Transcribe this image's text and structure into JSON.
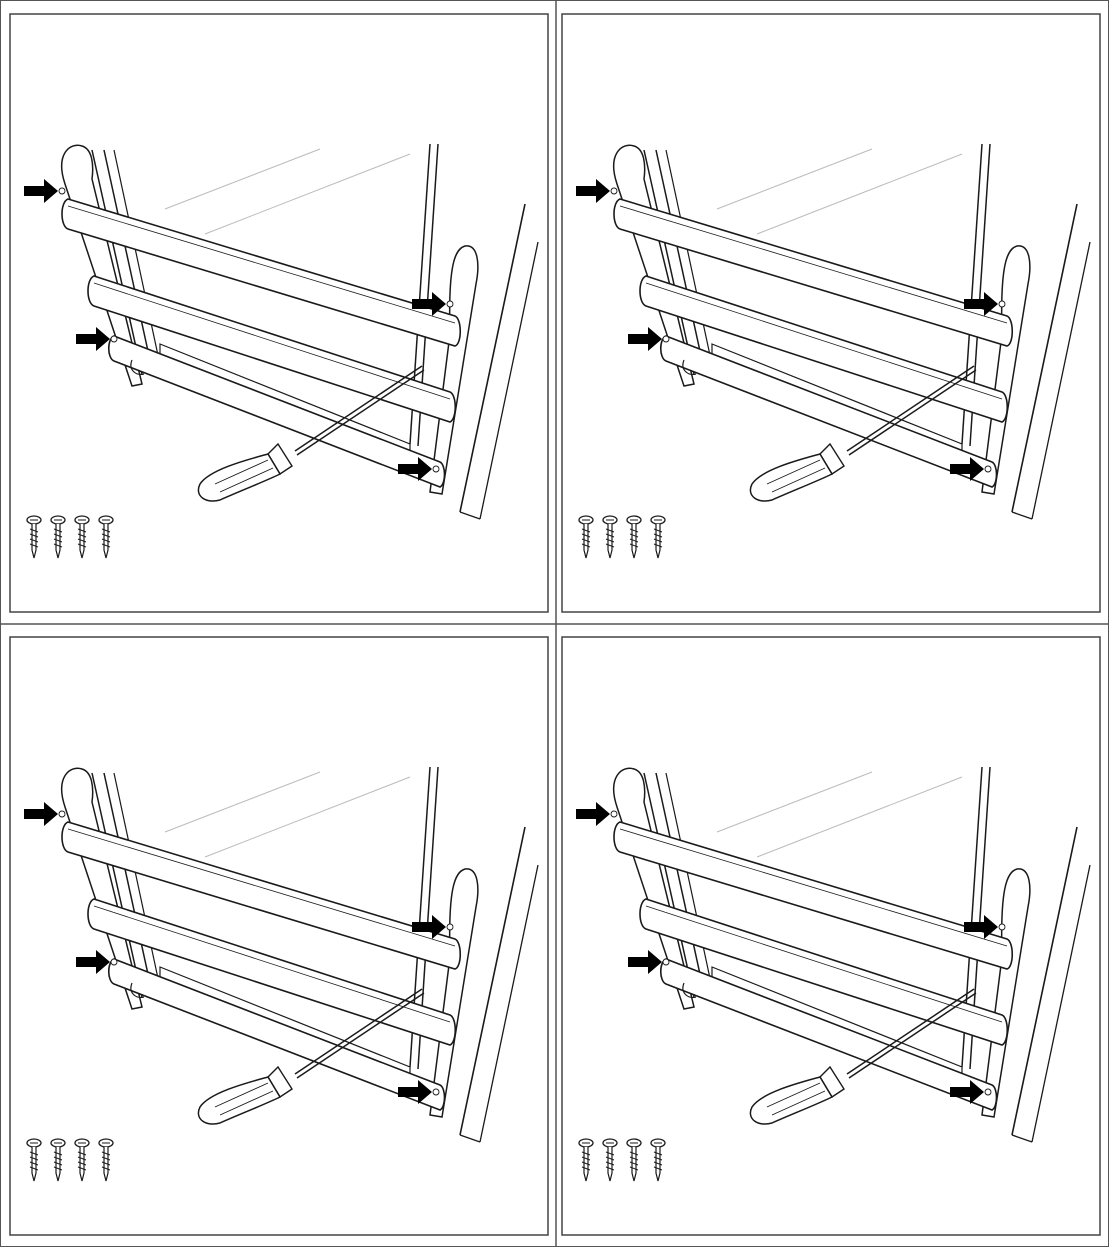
{
  "sheet": {
    "title": "",
    "panel_count": 4,
    "colors": {
      "line": "#1a1a1a",
      "background": "#ffffff",
      "frame": "#555555",
      "arrow": "#000000"
    }
  },
  "panels": [
    {
      "id": "panel-1",
      "arrow_targets": [
        "top-left-screw",
        "middle-left-screw",
        "top-right-screw",
        "bottom-right-screw"
      ],
      "screw_count": 4,
      "tool": "screwdriver-icon"
    },
    {
      "id": "panel-2",
      "arrow_targets": [
        "top-left-screw",
        "middle-left-screw",
        "top-right-screw",
        "bottom-right-screw"
      ],
      "screw_count": 4,
      "tool": "screwdriver-icon"
    },
    {
      "id": "panel-3",
      "arrow_targets": [
        "top-left-screw",
        "middle-left-screw",
        "top-right-screw",
        "bottom-right-screw"
      ],
      "screw_count": 4,
      "tool": "screwdriver-icon"
    },
    {
      "id": "panel-4",
      "arrow_targets": [
        "top-left-screw",
        "middle-left-screw",
        "top-right-screw",
        "bottom-right-screw"
      ],
      "screw_count": 4,
      "tool": "screwdriver-icon"
    }
  ]
}
